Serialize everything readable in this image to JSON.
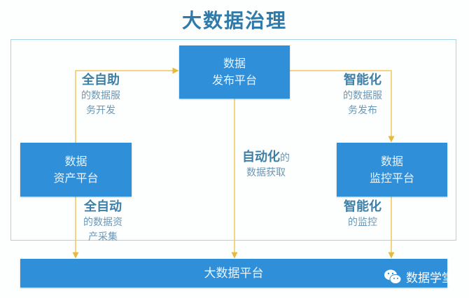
{
  "title": "大数据治理",
  "boxes": {
    "publish": {
      "line1": "数据",
      "line2": "发布平台"
    },
    "asset": {
      "line1": "数据",
      "line2": "资产平台"
    },
    "monitor": {
      "line1": "数据",
      "line2": "监控平台"
    },
    "platform": "大数据平台"
  },
  "labels": {
    "self_service": {
      "bold": "全自助",
      "l1": "的数据服",
      "l2": "务开发"
    },
    "smart_publish": {
      "bold": "智能化",
      "l1": "的数据服",
      "l2": "务发布"
    },
    "auto_fetch": {
      "bold": "自动化",
      "suffix": "的",
      "l1": "数据获取"
    },
    "auto_collect": {
      "bold": "全自动",
      "l1": "的数据资",
      "l2": "产采集"
    },
    "smart_monitor": {
      "bold": "智能化",
      "l1": "的监控"
    }
  },
  "watermark": {
    "icon": "wechat-icon",
    "text": "数据学堂"
  },
  "colors": {
    "box": "#2f8fd8",
    "arrow": "#f0c75a",
    "frame": "#a9d3e6"
  }
}
